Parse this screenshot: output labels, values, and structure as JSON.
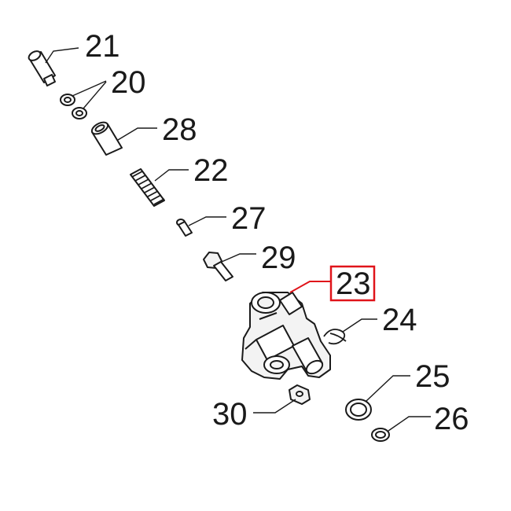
{
  "diagram": {
    "highlight_color": "#e0141a",
    "line_color": "#1a1a1a",
    "highlighted_part": "23",
    "labels": {
      "p21": "21",
      "p20": "20",
      "p28": "28",
      "p22": "22",
      "p27": "27",
      "p29": "29",
      "p23": "23",
      "p24": "24",
      "p25": "25",
      "p30": "30",
      "p26": "26"
    }
  }
}
